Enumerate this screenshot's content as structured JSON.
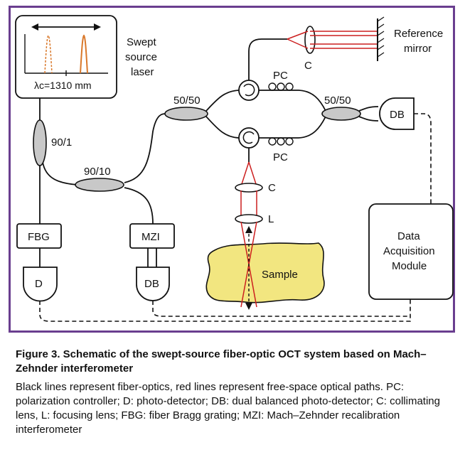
{
  "diagram": {
    "swept_source_label_1": "Swept",
    "swept_source_label_2": "source",
    "swept_source_label_3": "laser",
    "lambda_label": "λc=1310 mm",
    "coupler_90_1": "90/1",
    "coupler_90_10": "90/10",
    "coupler_50_50_left": "50/50",
    "coupler_50_50_right": "50/50",
    "pc_top": "PC",
    "pc_bottom": "PC",
    "reference_mirror_1": "Reference",
    "reference_mirror_2": "mirror",
    "lens_c_ref": "C",
    "lens_c_sample": "C",
    "lens_l": "L",
    "fbg": "FBG",
    "mzi": "MZI",
    "detector_d": "D",
    "detector_db_mzi": "DB",
    "detector_db_main": "DB",
    "daq_1": "Data",
    "daq_2": "Acquisition",
    "daq_3": "Module",
    "sample": "Sample",
    "colors": {
      "frame": "#6a3e8f",
      "beam": "#cc1f1f",
      "sample": "#f2e680",
      "spectrum": "#d9782a"
    }
  },
  "caption": {
    "title": "Figure 3. Schematic of the swept-source fiber-optic OCT system based on Mach–Zehnder interferometer",
    "body": "Black lines represent fiber-optics, red lines represent free-space optical paths. PC: polarization controller; D: photo-detector; DB: dual balanced photo-detector; C: collimating lens, L: focusing lens; FBG: fiber Bragg grating; MZI: Mach–Zehnder recalibration interferometer"
  }
}
